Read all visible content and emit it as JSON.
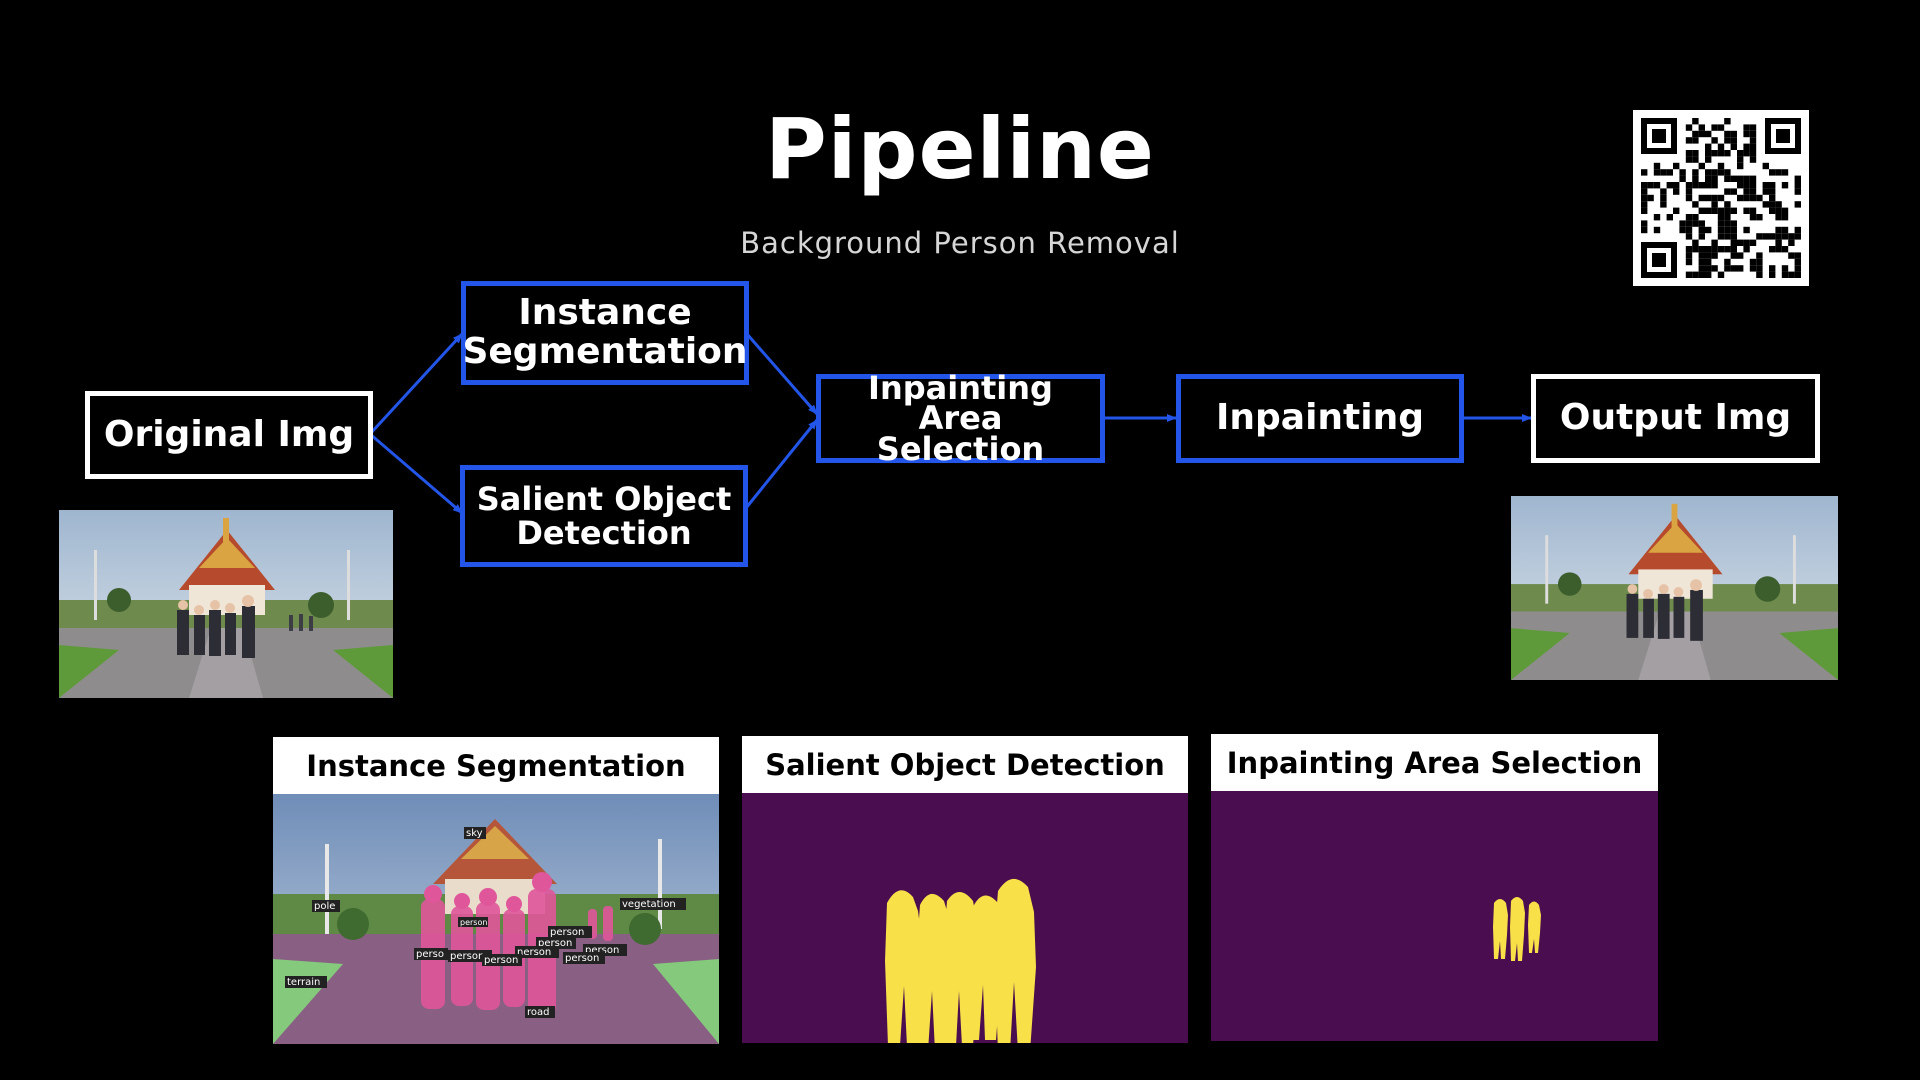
{
  "title": "Pipeline",
  "subtitle": "Background Person Removal",
  "qr_code": "qr-code",
  "nodes": {
    "original": "Original Img",
    "instance_seg": "Instance\nSegmentation",
    "salient": "Salient Object\nDetection",
    "area_selection": "Inpainting Area\nSelection",
    "inpainting": "Inpainting",
    "output": "Output Img"
  },
  "colors": {
    "background": "#000000",
    "node_border_blue": "#2255e8",
    "node_border_white": "#ffffff",
    "mask_background": "#4a0d4f",
    "mask_foreground": "#f7e048"
  },
  "panels": {
    "instance_seg": {
      "title": "Instance Segmentation",
      "labels": [
        "sky",
        "pole",
        "vegetation",
        "terrain",
        "road",
        "person",
        "person",
        "person",
        "person",
        "perso",
        "person",
        "nerson",
        "person",
        "person"
      ]
    },
    "salient": {
      "title": "Salient Object Detection"
    },
    "area_selection": {
      "title": "Inpainting Area Selection"
    }
  }
}
